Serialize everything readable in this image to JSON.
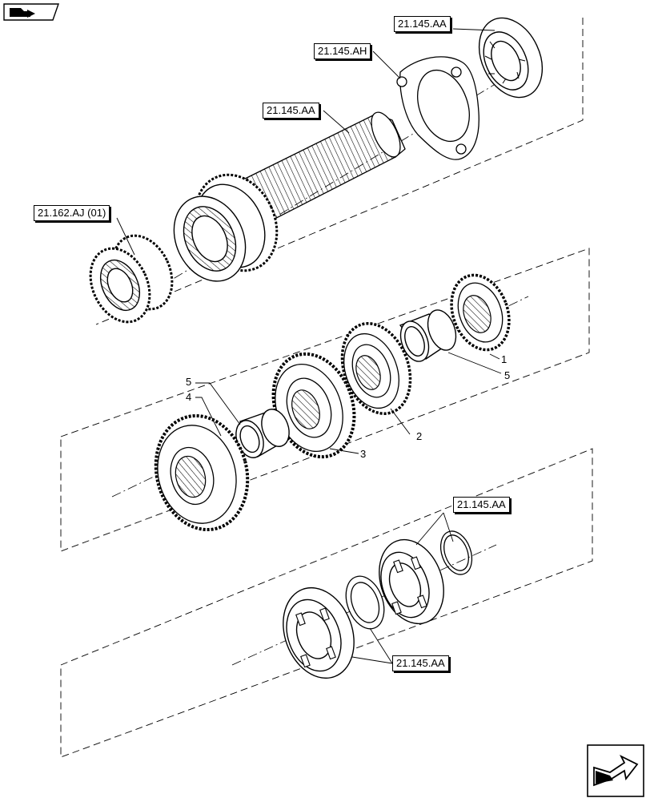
{
  "navigation": {
    "back_icon": "book-arrow-icon",
    "next_icon": "next-page-arrow-icon"
  },
  "references": {
    "top_bearing": "21.145.AA",
    "cover_plate": "21.145.AH",
    "shaft": "21.145.AA",
    "synchronizer": "21.162.AJ (01)",
    "snap_ring": "21.145.AA",
    "bottom_bearing": "21.145.AA"
  },
  "callouts": {
    "item_1": "1",
    "item_2": "2",
    "item_3": "3",
    "item_4": "4",
    "item_5_left": "5",
    "item_5_right": "5"
  },
  "colors": {
    "line": "#000000",
    "background": "#ffffff"
  }
}
